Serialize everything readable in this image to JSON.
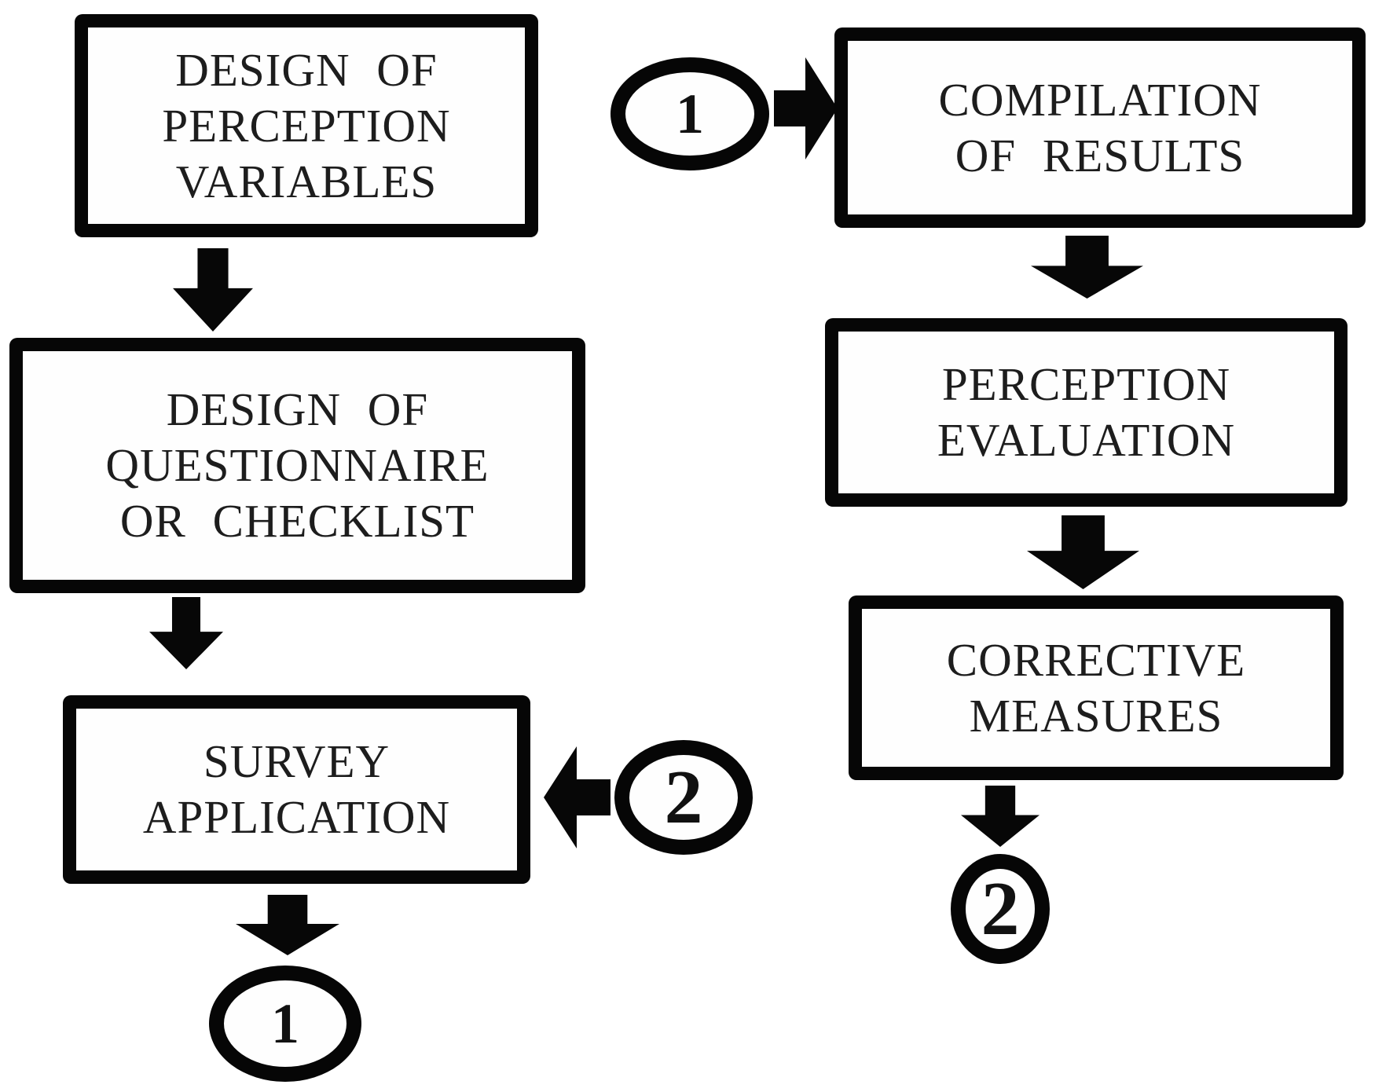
{
  "diagram_title": "",
  "colors": {
    "ink": "#060606",
    "text": "#1d1d1d",
    "background": "#ffffff"
  },
  "nodes": {
    "design_perception_variables": {
      "lines": [
        "DESIGN OF",
        "PERCEPTION",
        "VARIABLES"
      ]
    },
    "design_questionnaire_checklist": {
      "lines": [
        "DESIGN OF",
        "QUESTIONNAIRE",
        "OR CHECKLIST"
      ]
    },
    "survey_application": {
      "lines": [
        "SURVEY",
        "APPLICATION"
      ]
    },
    "compilation_of_results": {
      "lines": [
        "COMPILATION",
        "OF RESULTS"
      ]
    },
    "perception_evaluation": {
      "lines": [
        "PERCEPTION",
        "EVALUATION"
      ]
    },
    "corrective_measures": {
      "lines": [
        "CORRECTIVE",
        "MEASURES"
      ]
    }
  },
  "connectors": {
    "one_source": {
      "label": "1"
    },
    "one_target": {
      "label": "1"
    },
    "two_source": {
      "label": "2"
    },
    "two_target": {
      "label": "2"
    }
  },
  "edges": [
    "design_perception_variables -> design_questionnaire_checklist",
    "design_questionnaire_checklist -> survey_application",
    "survey_application -> connector 1",
    "connector 1 -> compilation_of_results",
    "compilation_of_results -> perception_evaluation",
    "perception_evaluation -> corrective_measures",
    "corrective_measures -> connector 2",
    "connector 2 -> survey_application"
  ]
}
